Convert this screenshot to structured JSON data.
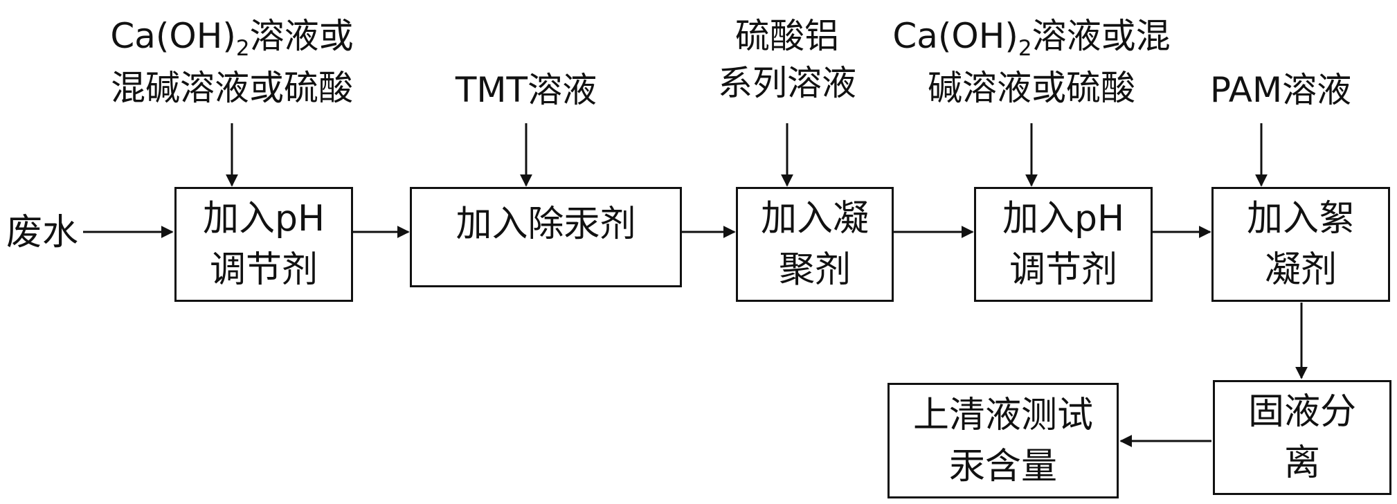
{
  "inputs": {
    "ph1": {
      "line1_pre": "Ca(OH)",
      "line1_sub": "2",
      "line1_post": "溶液或",
      "line2": "混碱溶液或硫酸"
    },
    "tmt": {
      "line1": "TMT溶液"
    },
    "alum": {
      "line1": "硫酸铝",
      "line2": "系列溶液"
    },
    "ph2": {
      "line1_pre": "Ca(OH)",
      "line1_sub": "2",
      "line1_post": "溶液或混",
      "line2": "碱溶液或硫酸"
    },
    "pam": {
      "line1": "PAM溶液"
    }
  },
  "source": {
    "label": "废水"
  },
  "steps": {
    "ph_adjust_1": {
      "line1": "加入pH",
      "line2": "调节剂"
    },
    "mercury_remover": {
      "line1": "加入除汞剂"
    },
    "coagulant": {
      "line1": "加入凝",
      "line2": "聚剂"
    },
    "ph_adjust_2": {
      "line1": "加入pH",
      "line2": "调节剂"
    },
    "flocculant": {
      "line1": "加入絮",
      "line2": "凝剂"
    },
    "separation": {
      "line1": "固液分",
      "line2": "离"
    },
    "test": {
      "line1": "上清液测试",
      "line2": "汞含量"
    }
  }
}
